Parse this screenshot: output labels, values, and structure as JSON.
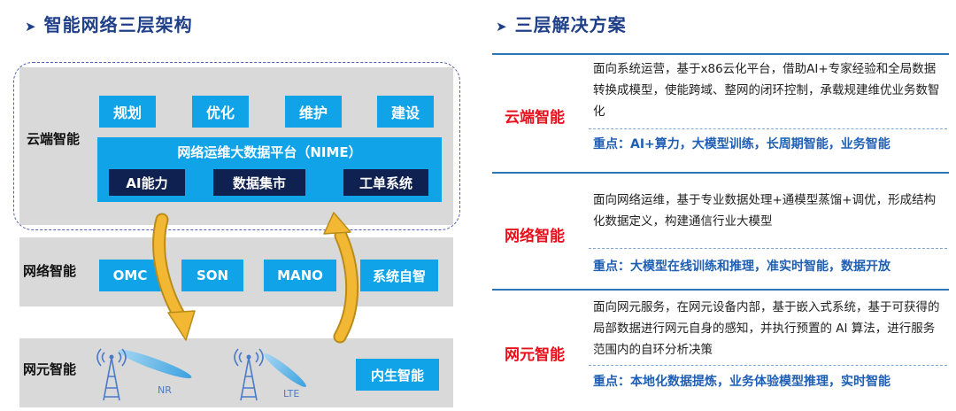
{
  "left_title": "智能网络三层架构",
  "right_title": "三层解决方案",
  "architecture": {
    "cloud": {
      "label": "云端智能",
      "functions": [
        "规划",
        "优化",
        "维护",
        "建设"
      ],
      "platform_title": "网络运维大数据平台（NIME）",
      "platform_modules": [
        "AI能力",
        "数据集市",
        "工单系统"
      ]
    },
    "network": {
      "label": "网络智能",
      "items": [
        "OMC",
        "SON",
        "MANO",
        "系统自智"
      ]
    },
    "element": {
      "label": "网元智能",
      "towers": [
        "NR",
        "LTE"
      ],
      "box": "内生智能"
    }
  },
  "solutions": [
    {
      "label": "云端智能",
      "desc": "面向系统运营，基于x86云化平台，借助AI+专家经验和全局数据转换成模型，使能跨域、整网的闭环控制，承载规建维优业务数智化",
      "key": "重点：AI+算力，大模型训练，长周期智能，业务智能"
    },
    {
      "label": "网络智能",
      "desc": "面向网络运维，基于专业数据处理+通模型蒸馏+调优，形成结构化数据定义，构建通信行业大模型",
      "key": "重点：大模型在线训练和推理，准实时智能，数据开放"
    },
    {
      "label": "网元智能",
      "desc": "面向网元服务，在网元设备内部，基于嵌入式系统，基于可获得的局部数据进行网元自身的感知，并执行预置的 AI 算法，进行服务范围内的自环分析决策",
      "key": "重点：本地化数据提炼，业务体验模型推理，实时智能"
    }
  ],
  "colors": {
    "accent": "#10a3e8",
    "dark": "#0f2150",
    "red": "#e8101c",
    "blue": "#1f5fb4",
    "arrow": "#f2b833"
  }
}
